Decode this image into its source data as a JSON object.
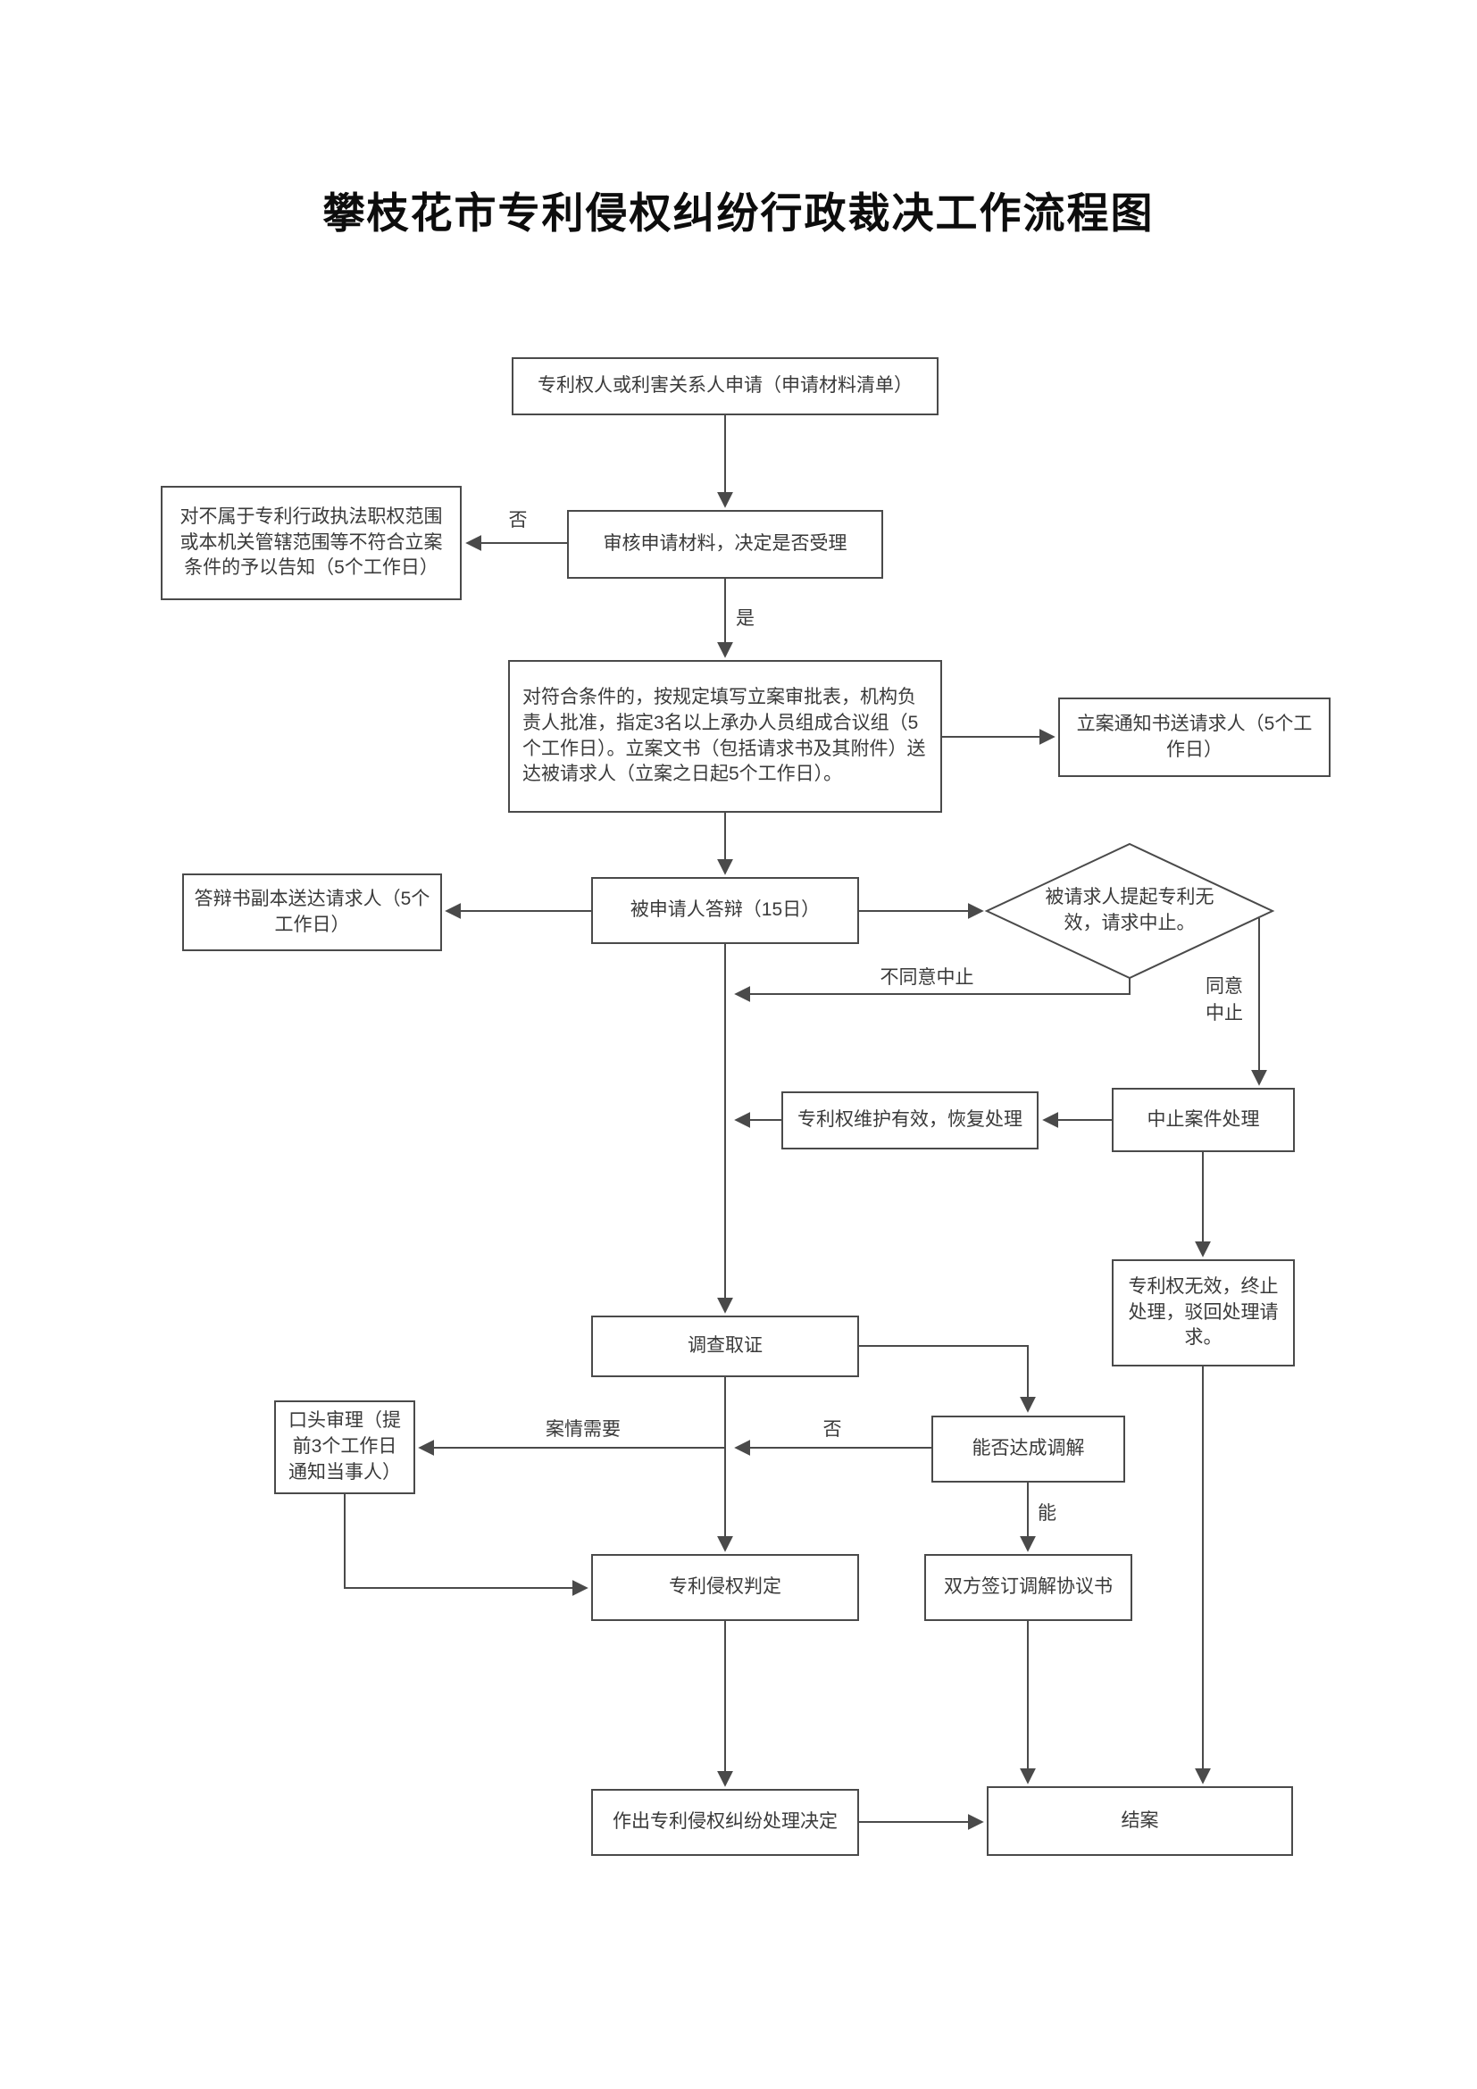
{
  "page": {
    "title": "攀枝花市专利侵权纠纷行政裁决工作流程图"
  },
  "nodes": {
    "apply": "专利权人或利害关系人申请（申请材料清单）",
    "review": "审核申请材料，决定是否受理",
    "reject_notice": "对不属于专利行政执法职权范围或本机关管辖范围等不符合立案条件的予以告知（5个工作日）",
    "filing": "对符合条件的，按规定填写立案审批表，机构负责人批准，指定3名以上承办人员组成合议组（5个工作日）。立案文书（包括请求书及其附件）送达被请求人（立案之日起5个工作日）。",
    "notice": "立案通知书送请求人（5个工作日）",
    "defense": "被申请人答辩（15日）",
    "defense_copy": "答辩书副本送达请求人（5个工作日）",
    "invalid_request": "被请求人提起专利无效，请求中止。",
    "suspend": "中止案件处理",
    "restore": "专利权维护有效，恢复处理",
    "terminate": "专利权无效，终止处理，驳回处理请求。",
    "investigate": "调查取证",
    "mediation": "能否达成调解",
    "oral_hearing": "口头审理（提前3个工作日通知当事人）",
    "judgment": "专利侵权判定",
    "agreement": "双方签订调解协议书",
    "decision": "作出专利侵权纠纷处理决定",
    "close_case": "结案"
  },
  "edge_labels": {
    "review_no": "否",
    "review_yes": "是",
    "disagree_suspend": "不同意中止",
    "agree_suspend": "同意\n中止",
    "case_need": "案情需要",
    "mediation_no": "否",
    "mediation_yes": "能"
  },
  "colors": {
    "line": "#4a4a4a",
    "text": "#3a3a3a",
    "background": "#ffffff"
  }
}
